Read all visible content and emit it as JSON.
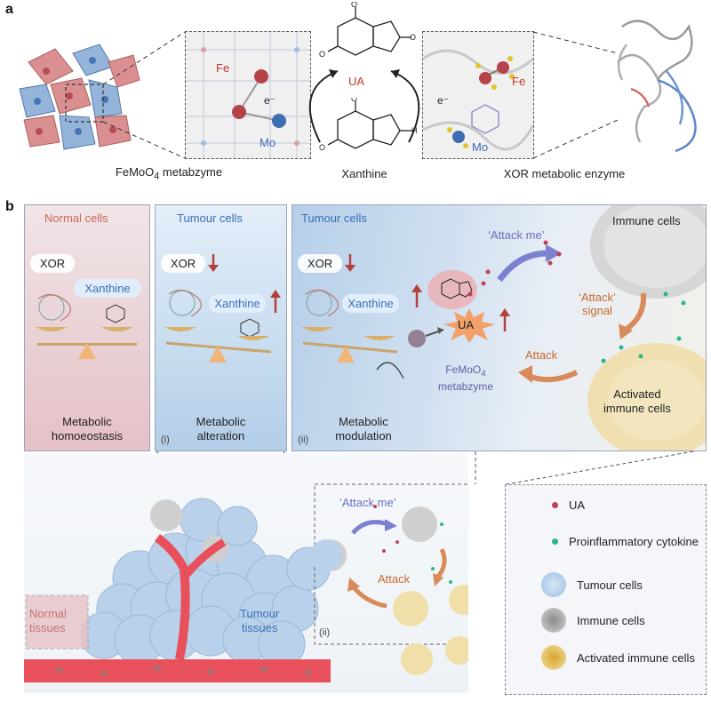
{
  "panel_a": {
    "label": "a",
    "left_caption_pre": "FeMoO",
    "left_caption_sub": "4",
    "left_caption_post": " metabzyme",
    "center_caption": "Xanthine",
    "right_caption": "XOR metabolic enzyme",
    "ua_label": "UA",
    "fe_label_left": "Fe",
    "mo_label_left": "Mo",
    "fe_label_right": "Fe",
    "mo_label_right": "Mo",
    "electron_left": "e⁻",
    "electron_right": "e⁻"
  },
  "panel_b": {
    "label": "b",
    "normal": {
      "title": "Normal cells",
      "xor": "XOR",
      "xanthine": "Xanthine",
      "bottom_line1": "Metabolic",
      "bottom_line2": "homoeostasis"
    },
    "tumour": {
      "title": "Tumour cells",
      "xor": "XOR",
      "xanthine": "Xanthine",
      "bottom_line1": "Metabolic",
      "bottom_line2": "alteration",
      "roman": "(i)"
    },
    "modulation": {
      "title": "Tumour cells",
      "xor": "XOR",
      "xanthine": "Xanthine",
      "ua": "UA",
      "metabzyme_pre": "FeMoO",
      "metabzyme_sub": "4",
      "metabzyme_post": "metabzyme",
      "bottom_line1": "Metabolic",
      "bottom_line2": "modulation",
      "roman": "(ii)",
      "attack_me": "‘Attack me’",
      "attack_signal_line1": "‘Attack’",
      "attack_signal_line2": "signal",
      "attack": "Attack",
      "immune_cells": "Immune cells",
      "activated_line1": "Activated",
      "activated_line2": "immune cells"
    },
    "tissue": {
      "normal_line1": "Normal",
      "normal_line2": "tissues",
      "tumour_line1": "Tumour",
      "tumour_line2": "tissues",
      "inset_attack_me": "‘Attack me’",
      "inset_attack": "Attack",
      "inset_roman": "(ii)"
    },
    "legend": [
      {
        "icon": "ua-dot-icon",
        "label": "UA"
      },
      {
        "icon": "cytokine-dot-icon",
        "label": "Proinflammatory cytokine"
      },
      {
        "icon": "tumour-cell-icon",
        "label": "Tumour cells"
      },
      {
        "icon": "immune-cell-icon",
        "label": "Immune cells"
      },
      {
        "icon": "activated-immune-cell-icon",
        "label": "Activated immune cells"
      }
    ]
  },
  "colors": {
    "fe_red": "#c0392b",
    "mo_blue": "#3a6fb6",
    "tumour_blue": "#a9c6e6",
    "normal_pink": "#e9c6c9",
    "vessel_red": "#e8505b",
    "attack_orange": "#d98a5a",
    "attack_purple": "#7c82d0",
    "ua_dot": "#c2405a",
    "cytokine_dot": "#2db58a"
  }
}
